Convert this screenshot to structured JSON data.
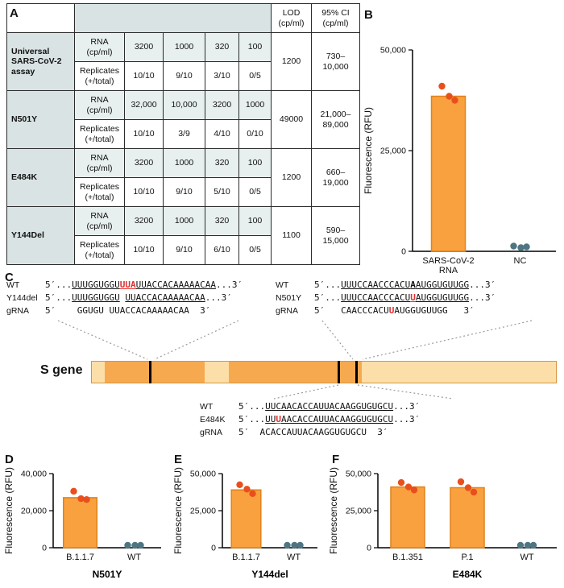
{
  "panels": {
    "A": "A",
    "B": "B",
    "C": "C",
    "D": "D",
    "E": "E",
    "F": "F"
  },
  "colors": {
    "bar_orange": "#F9A13E",
    "bar_edge": "#E0821C",
    "dot_variant": "#E94F1D",
    "dot_control": "#4F7583",
    "sgene_light": "#FCDFA8",
    "sgene_dark": "#F6A94F",
    "mutation_red": "#E03030"
  },
  "table": {
    "headers": {
      "lod": "LOD (cp/ml)",
      "ci": "95% CI (cp/ml)"
    },
    "rows": [
      {
        "assay": "Universal SARS-CoV-2 assay",
        "rna_label": "RNA (cp/ml)",
        "rna_values": [
          "3200",
          "1000",
          "320",
          "100"
        ],
        "rep_label": "Replicates (+/total)",
        "rep_values": [
          "10/10",
          "9/10",
          "3/10",
          "0/5"
        ],
        "lod": "1200",
        "ci": "730–10,000"
      },
      {
        "assay": "N501Y",
        "rna_label": "RNA (cp/ml)",
        "rna_values": [
          "32,000",
          "10,000",
          "3200",
          "1000"
        ],
        "rep_label": "Replicates (+/total)",
        "rep_values": [
          "10/10",
          "3/9",
          "4/10",
          "0/10"
        ],
        "lod": "49000",
        "ci": "21,000–89,000"
      },
      {
        "assay": "E484K",
        "rna_label": "RNA (cp/ml)",
        "rna_values": [
          "3200",
          "1000",
          "320",
          "100"
        ],
        "rep_label": "Replicates (+/total)",
        "rep_values": [
          "10/10",
          "9/10",
          "5/10",
          "0/5"
        ],
        "lod": "1200",
        "ci": "660–19,000"
      },
      {
        "assay": "Y144Del",
        "rna_label": "RNA (cp/ml)",
        "rna_values": [
          "3200",
          "1000",
          "320",
          "100"
        ],
        "rep_label": "Replicates (+/total)",
        "rep_values": [
          "10/10",
          "9/10",
          "6/10",
          "0/5"
        ],
        "lod": "1100",
        "ci": "590–15,000"
      }
    ]
  },
  "s_gene": {
    "label": "S gene",
    "light_color": "#FCDFA8",
    "dark_color": "#F6A94F",
    "segments": [
      {
        "from": 0.0,
        "to": 0.028,
        "shade": "light"
      },
      {
        "from": 0.028,
        "to": 0.243,
        "shade": "dark"
      },
      {
        "from": 0.243,
        "to": 0.296,
        "shade": "light"
      },
      {
        "from": 0.296,
        "to": 0.582,
        "shade": "dark"
      },
      {
        "from": 0.582,
        "to": 1.0,
        "shade": "light"
      }
    ],
    "mutation_marks": [
      0.125,
      0.532,
      0.57
    ]
  },
  "sequence_blocks": [
    {
      "name": "y144del-alignment",
      "rows": [
        {
          "label": "WT",
          "left": "5′...",
          "right": "...3′",
          "segments": [
            {
              "t": "UUUGGUGGU",
              "u": true
            },
            {
              "t": "UUA",
              "u": true,
              "red": true
            },
            {
              "t": "UUACCACAAAAACAA",
              "u": true
            }
          ]
        },
        {
          "label": "Y144del",
          "left": "5′...",
          "right": "...3′",
          "segments": [
            {
              "t": "UUUGGUGGU",
              "u": true
            },
            {
              "t": " "
            },
            {
              "t": "UUACCACAAAAACAA",
              "u": true
            }
          ]
        },
        {
          "label": "gRNA",
          "left": "5′",
          "right": "  3′",
          "segments": [
            {
              "t": "    GGUGU "
            },
            {
              "t": "UUACCACAAAAACAA"
            }
          ]
        }
      ]
    },
    {
      "name": "n501y-alignment",
      "rows": [
        {
          "label": "WT",
          "left": "5′...",
          "right": "...3′",
          "segments": [
            {
              "t": "UUUCCAACCCACU",
              "u": true
            },
            {
              "t": "A",
              "u": true,
              "bold": true
            },
            {
              "t": "AUGGUGUUGG",
              "u": true
            }
          ]
        },
        {
          "label": "N501Y",
          "left": "5′...",
          "right": "...3′",
          "segments": [
            {
              "t": "UUUCCAACCCACU",
              "u": true
            },
            {
              "t": "U",
              "u": true,
              "red": true
            },
            {
              "t": "AUGGUGUUGG",
              "u": true
            }
          ]
        },
        {
          "label": "gRNA",
          "left": "5′",
          "right": "   3′",
          "segments": [
            {
              "t": "   CAACCCACU"
            },
            {
              "t": "U",
              "red": true
            },
            {
              "t": "AUGGUGUUGG"
            }
          ]
        }
      ]
    },
    {
      "name": "e484k-alignment",
      "rows": [
        {
          "label": "WT",
          "left": "5′...",
          "right": "...3′",
          "segments": [
            {
              "t": "UUCAACACCAUUACAAGGUGUGCU",
              "u": true
            }
          ]
        },
        {
          "label": "E484K",
          "left": "5′...",
          "right": "...3′",
          "segments": [
            {
              "t": "UU",
              "u": true
            },
            {
              "t": "U",
              "u": true,
              "red": true
            },
            {
              "t": "AACACCAUUACAAGGUGUGCU",
              "u": true
            }
          ]
        },
        {
          "label": "gRNA",
          "left": "5′",
          "right": "  3′",
          "segments": [
            {
              "t": "  ACACCAUUACAAGGUGUGCU"
            }
          ]
        }
      ]
    }
  ],
  "chart_data": [
    {
      "panel": "B",
      "type": "bar",
      "ylabel": "Fluorescence (RFU)",
      "ylim": [
        0,
        50000
      ],
      "yticks": [
        0,
        25000,
        50000
      ],
      "ytick_labels": [
        "0",
        "25,000",
        "50,000"
      ],
      "categories": [
        [
          "SARS-CoV-2",
          "RNA"
        ],
        [
          "NC"
        ]
      ],
      "values": [
        38500,
        0
      ],
      "points": [
        [
          41000,
          38500,
          37500
        ],
        [
          1300,
          900,
          1100
        ]
      ],
      "point_colors": [
        "#E94F1D",
        "#4F7583"
      ],
      "bar_color": "#F9A13E",
      "bar_edge": "#E0821C",
      "xlabel": "",
      "grid": false,
      "legend": false
    },
    {
      "panel": "D",
      "type": "bar",
      "ylabel": "Fluorescence (RFU)",
      "ylim": [
        0,
        40000
      ],
      "yticks": [
        0,
        20000,
        40000
      ],
      "ytick_labels": [
        "0",
        "20,000",
        "40,000"
      ],
      "categories": [
        [
          "B.1.1.7"
        ],
        [
          "WT"
        ]
      ],
      "values": [
        27000,
        0
      ],
      "points": [
        [
          30500,
          26500,
          26000
        ],
        [
          700,
          500,
          600
        ]
      ],
      "point_colors": [
        "#E94F1D",
        "#4F7583"
      ],
      "bar_color": "#F9A13E",
      "bar_edge": "#E0821C",
      "xlabel": "N501Y",
      "grid": false,
      "legend": false
    },
    {
      "panel": "E",
      "type": "bar",
      "ylabel": "Fluorescence (RFU)",
      "ylim": [
        0,
        50000
      ],
      "yticks": [
        0,
        25000,
        50000
      ],
      "ytick_labels": [
        "0",
        "25,000",
        "50,000"
      ],
      "categories": [
        [
          "B.1.1.7"
        ],
        [
          "WT"
        ]
      ],
      "values": [
        39000,
        0
      ],
      "points": [
        [
          42500,
          39500,
          36500
        ],
        [
          800,
          600,
          700
        ]
      ],
      "point_colors": [
        "#E94F1D",
        "#4F7583"
      ],
      "bar_color": "#F9A13E",
      "bar_edge": "#E0821C",
      "xlabel": "Y144del",
      "grid": false,
      "legend": false
    },
    {
      "panel": "F",
      "type": "bar",
      "ylabel": "Fluorescence (RFU)",
      "ylim": [
        0,
        50000
      ],
      "yticks": [
        0,
        25000,
        50000
      ],
      "ytick_labels": [
        "0",
        "25,000",
        "50,000"
      ],
      "categories": [
        [
          "B.1.351"
        ],
        [
          "P.1"
        ],
        [
          "WT"
        ]
      ],
      "values": [
        41000,
        40500,
        0
      ],
      "points": [
        [
          44000,
          41000,
          39000
        ],
        [
          44500,
          40500,
          37500
        ],
        [
          900,
          650,
          800
        ]
      ],
      "point_colors": [
        "#E94F1D",
        "#E94F1D",
        "#4F7583"
      ],
      "bar_color": "#F9A13E",
      "bar_edge": "#E0821C",
      "xlabel": "E484K",
      "grid": false,
      "legend": false
    }
  ]
}
